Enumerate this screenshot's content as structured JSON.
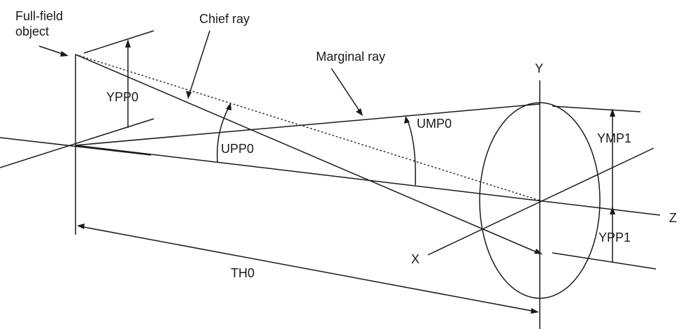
{
  "labels": {
    "full_field_object_line1": "Full-field",
    "full_field_object_line2": "object",
    "chief_ray": "Chief ray",
    "marginal_ray": "Marginal ray",
    "ypp0": "YPP0",
    "upp0": "UPP0",
    "ump0": "UMP0",
    "ymp1": "YMP1",
    "ypp1": "YPP1",
    "th0": "TH0",
    "axis_x": "X",
    "axis_y": "Y",
    "axis_z": "Z"
  }
}
